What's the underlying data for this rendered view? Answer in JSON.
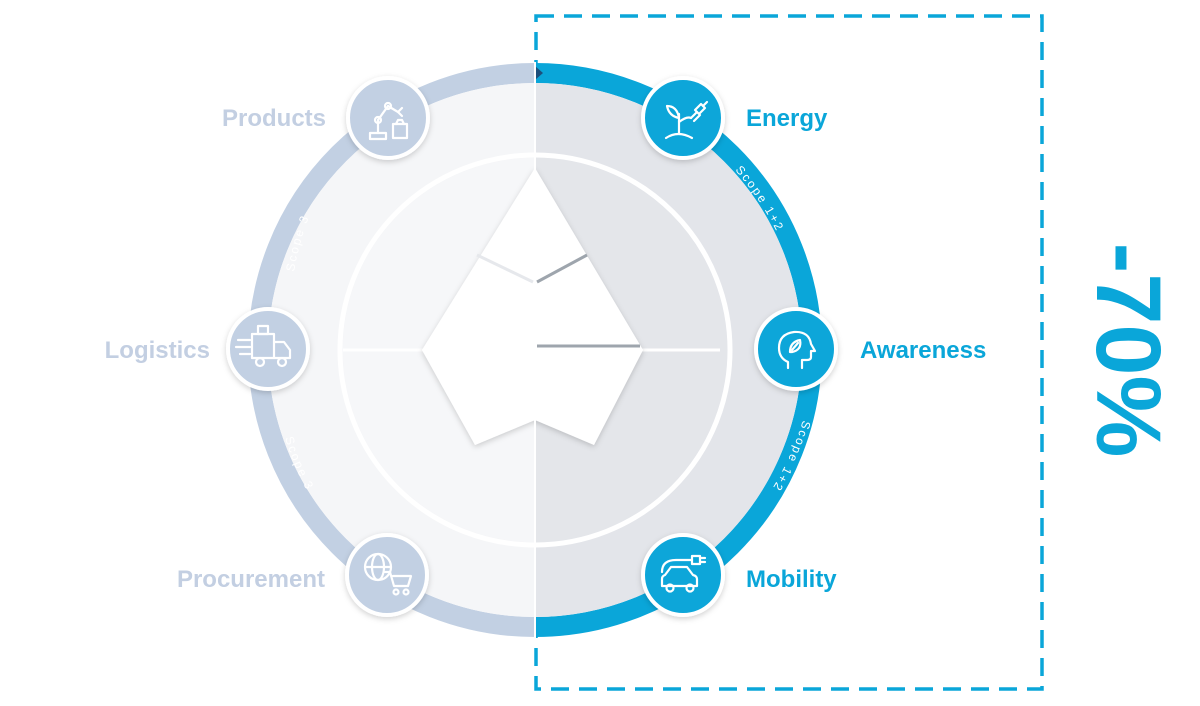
{
  "colors": {
    "accent": "#0aa6d9",
    "muted": "#c2d0e3",
    "muted_text": "#c3cfe2",
    "gray_fill": "#e3e5ea",
    "light_fill": "#f5f6f8"
  },
  "left_segments": [
    {
      "label": "Products",
      "icon": "robot-arm-icon"
    },
    {
      "label": "Logistics",
      "icon": "delivery-truck-icon"
    },
    {
      "label": "Procurement",
      "icon": "globe-cart-icon"
    }
  ],
  "right_segments": [
    {
      "label": "Energy",
      "icon": "plant-plug-icon"
    },
    {
      "label": "Awareness",
      "icon": "head-leaf-icon"
    },
    {
      "label": "Mobility",
      "icon": "electric-car-icon"
    }
  ],
  "scope_labels": {
    "left_upper": "Scope 3",
    "left_lower": "Scope 3",
    "right_upper": "Scope 1+2",
    "right_lower": "Scope 1+2"
  },
  "reduction_target": "-70%"
}
